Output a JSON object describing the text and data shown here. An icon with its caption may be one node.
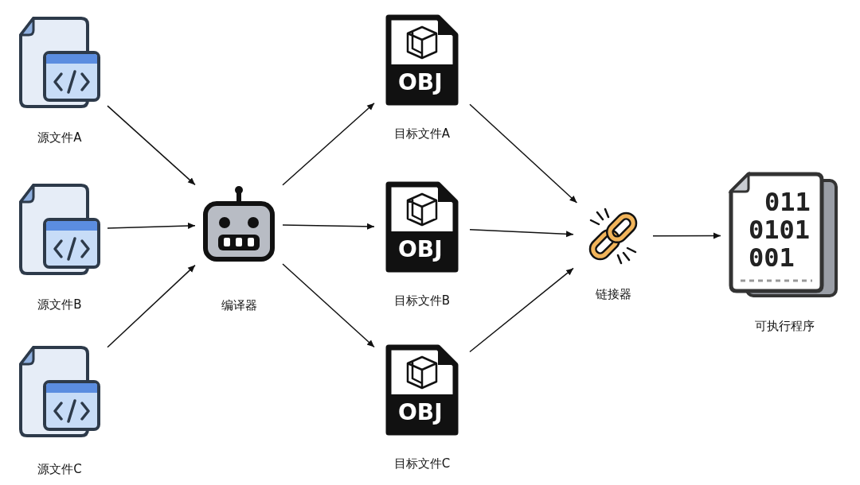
{
  "diagram": {
    "nodes": [
      {
        "text": [
          "源文件A"
        ]
      },
      {
        "text": [
          "源文件B"
        ]
      },
      {
        "text": [
          "源文件C"
        ]
      },
      {
        "text": [
          "编译器"
        ]
      },
      {
        "text": [
          "目标文件A"
        ]
      },
      {
        "text": [
          "目标文件B"
        ]
      },
      {
        "text": [
          "目标文件C"
        ]
      },
      {
        "text": [
          "链接器"
        ]
      },
      {
        "text": [
          "可执行程序"
        ]
      }
    ],
    "edges": [
      {
        "from": 0,
        "to": 3,
        "arrow": "to"
      },
      {
        "from": 1,
        "to": 3,
        "arrow": "to"
      },
      {
        "from": 2,
        "to": 3,
        "arrow": "to"
      },
      {
        "from": 3,
        "to": 4,
        "arrow": "to"
      },
      {
        "from": 3,
        "to": 5,
        "arrow": "to"
      },
      {
        "from": 3,
        "to": 6,
        "arrow": "to"
      },
      {
        "from": 4,
        "to": 7,
        "arrow": "to"
      },
      {
        "from": 5,
        "to": 7,
        "arrow": "to"
      },
      {
        "from": 6,
        "to": 7,
        "arrow": "to"
      },
      {
        "from": 7,
        "to": 8,
        "arrow": "to"
      }
    ],
    "labels": [
      "OBJ",
      "OBJ",
      "OBJ",
      "011",
      "0101",
      "001"
    ]
  }
}
